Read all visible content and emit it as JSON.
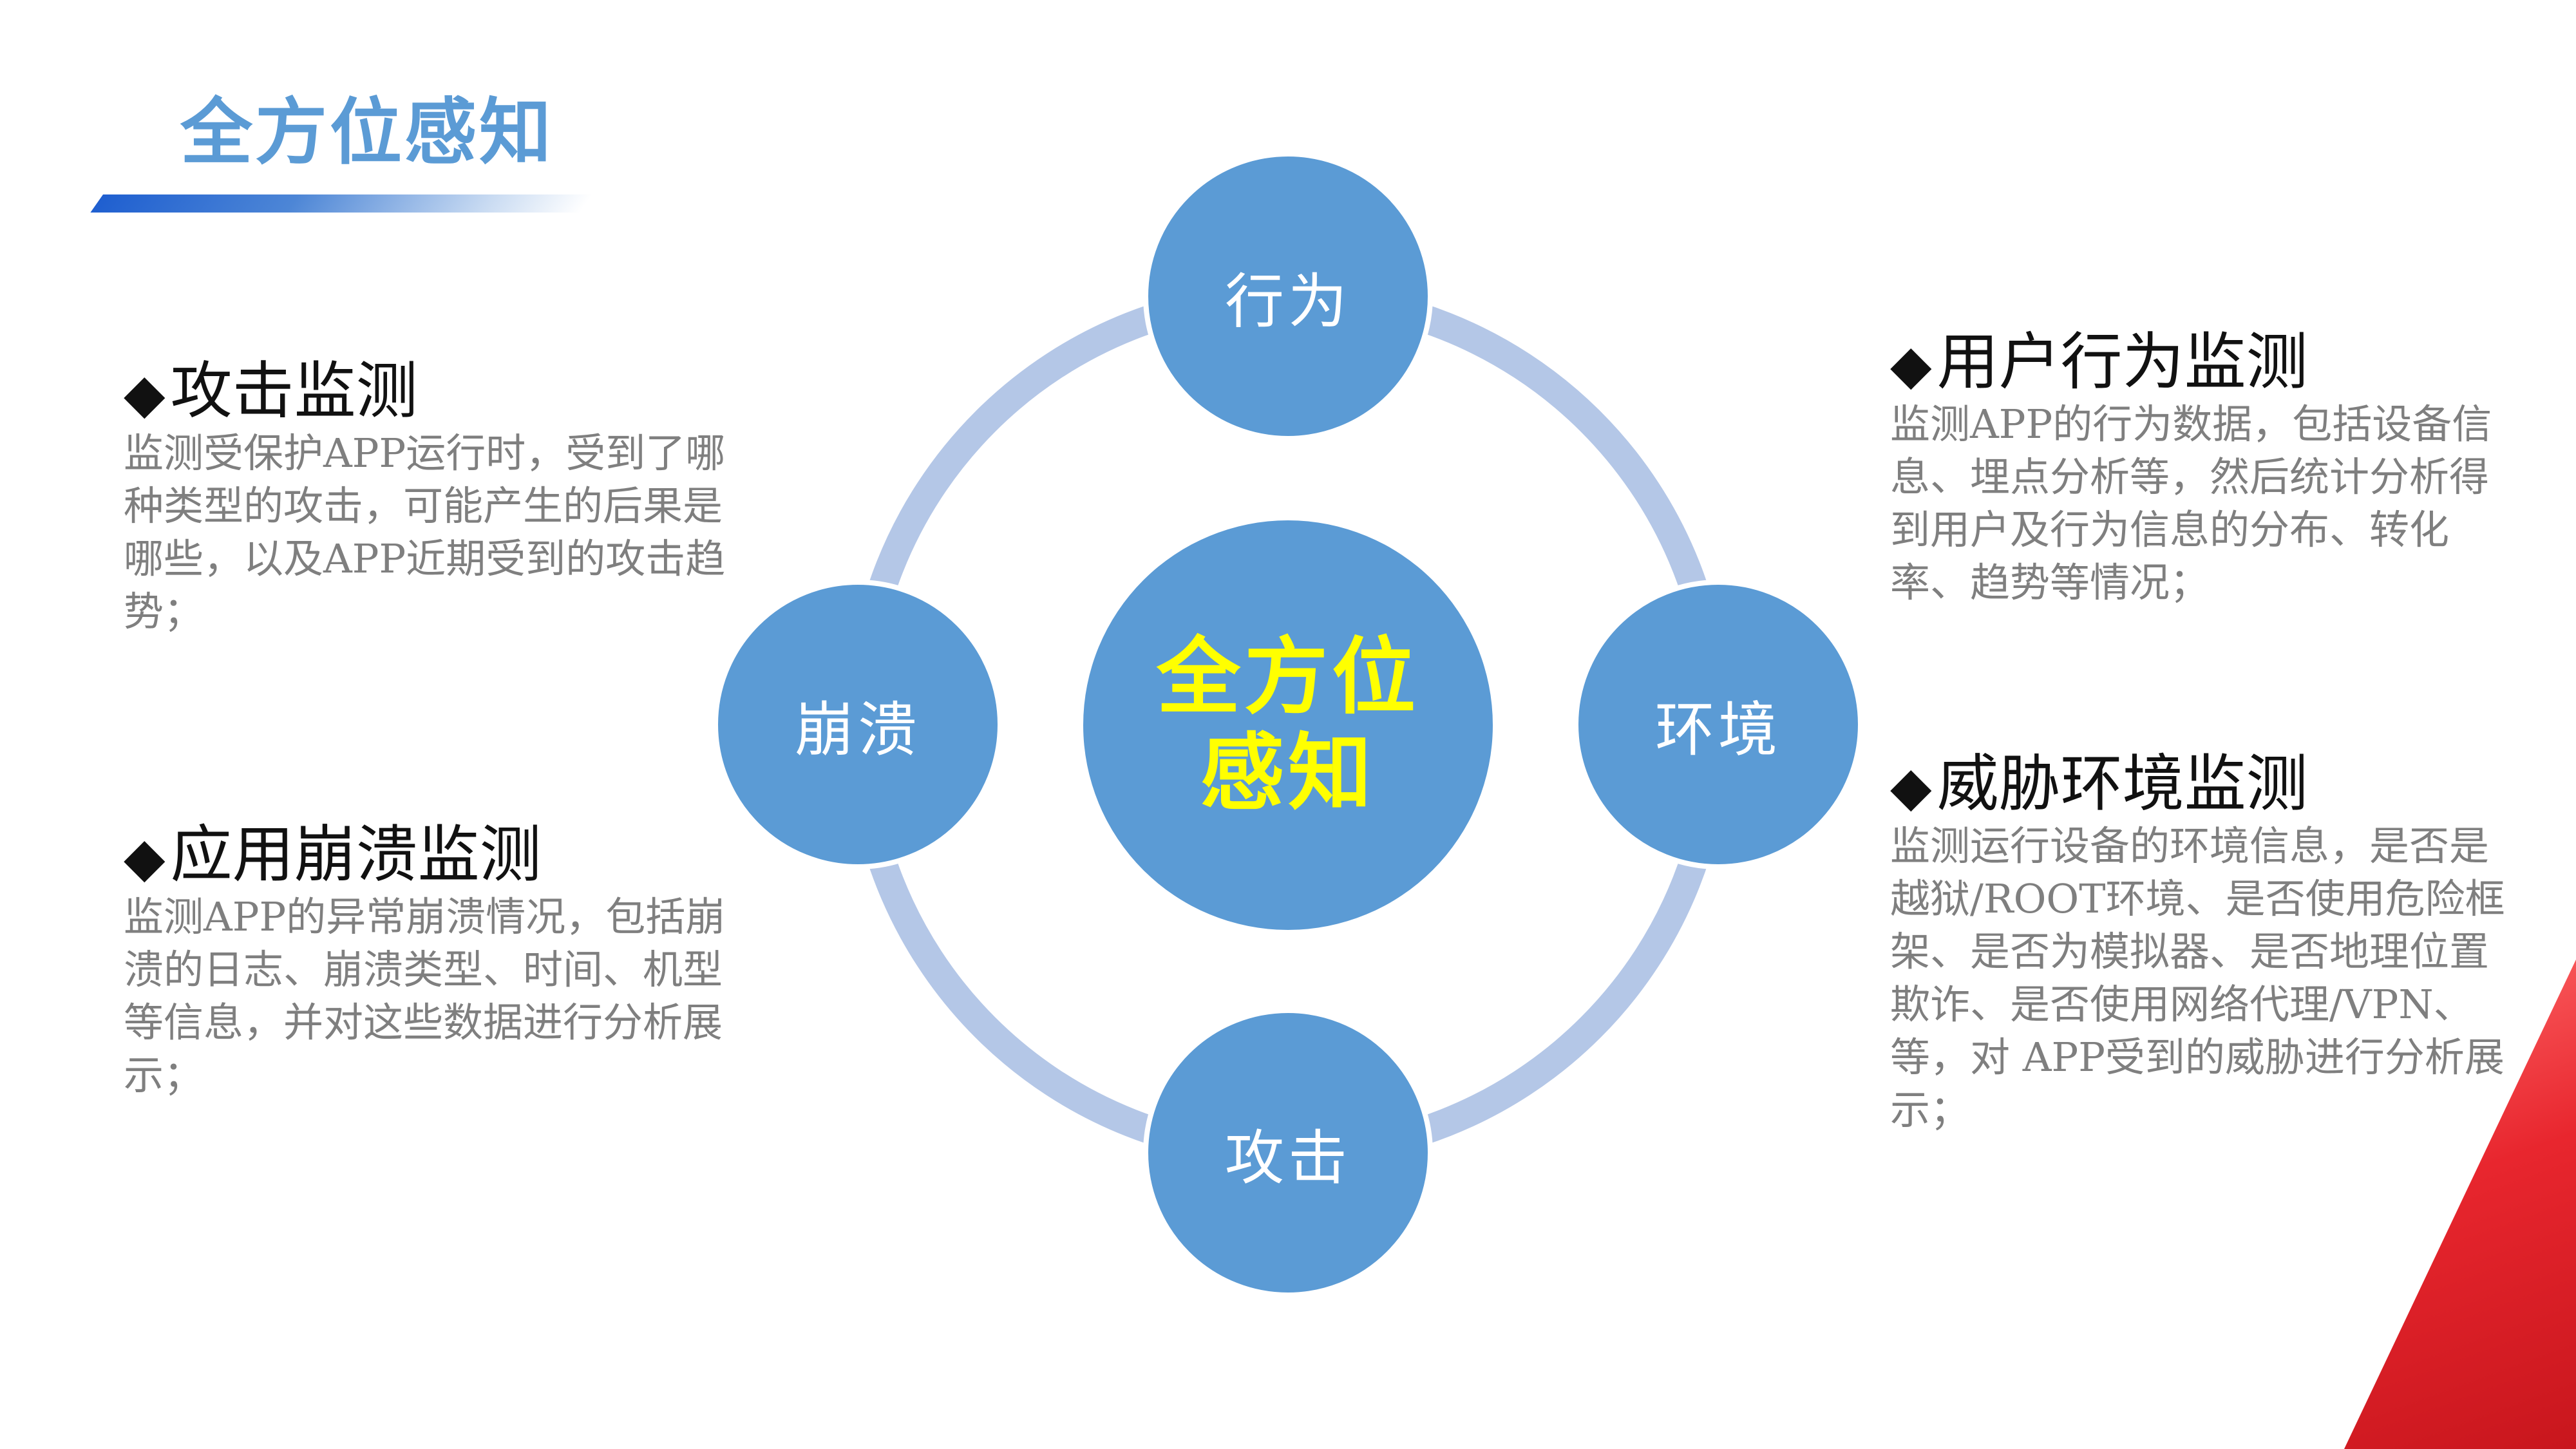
{
  "title": "全方位感知",
  "diagram": {
    "center": {
      "line1": "全方位",
      "line2": "感知"
    },
    "nodes": {
      "top": "行为",
      "left": "崩溃",
      "right": "环境",
      "bottom": "攻击"
    }
  },
  "blocks": {
    "attack": {
      "heading": "攻击监测",
      "body": "监测受保护APP运行时，受到了哪种类型的攻击，可能产生的后果是哪些，以及APP近期受到的攻击趋势；"
    },
    "crash": {
      "heading": "应用崩溃监测",
      "body": "监测APP的异常崩溃情况，包括崩溃的日志、崩溃类型、时间、机型等信息，并对这些数据进行分析展示；"
    },
    "behavior": {
      "heading": "用户行为监测",
      "body": "监测APP的行为数据，包括设备信息、埋点分析等，然后统计分析得到用户及行为信息的分布、转化率、趋势等情况；"
    },
    "threat": {
      "heading": "威胁环境监测",
      "body": "监测运行设备的环境信息，是否是越狱/ROOT环境、是否使用危险框架、是否为模拟器、是否地理位置欺诈、是否使用网络代理/VPN、等，对 APP受到的威胁进行分析展示；"
    }
  },
  "bullet_symbol": "◆",
  "colors": {
    "node_fill": "#5b9bd5",
    "ring": "#b4c7e7",
    "center_text": "#ffff00",
    "title": "#5b9bd5",
    "accent_red": "#e8262e"
  }
}
